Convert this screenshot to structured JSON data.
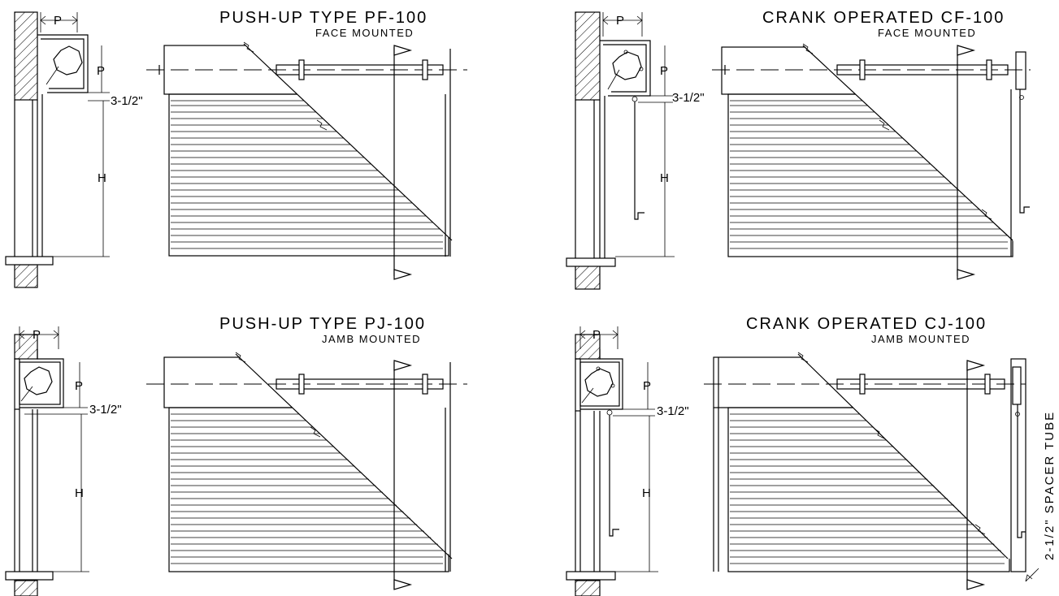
{
  "panels": [
    {
      "title": "PUSH-UP TYPE PF-100",
      "subtitle": "FACE MOUNTED",
      "mounting": "face",
      "operation": "push-up"
    },
    {
      "title": "CRANK OPERATED CF-100",
      "subtitle": "FACE MOUNTED",
      "mounting": "face",
      "operation": "crank"
    },
    {
      "title": "PUSH-UP TYPE PJ-100",
      "subtitle": "JAMB MOUNTED",
      "mounting": "jamb",
      "operation": "push-up"
    },
    {
      "title": "CRANK OPERATED CJ-100",
      "subtitle": "JAMB MOUNTED",
      "mounting": "jamb",
      "operation": "crank"
    }
  ],
  "dimensions": {
    "projection": "P",
    "height": "H",
    "clearance": "3-1/2\""
  },
  "callouts": {
    "spacer_tube": "2-1/2\" SPACER TUBE"
  },
  "colors": {
    "line": "#000000",
    "background": "#ffffff"
  }
}
